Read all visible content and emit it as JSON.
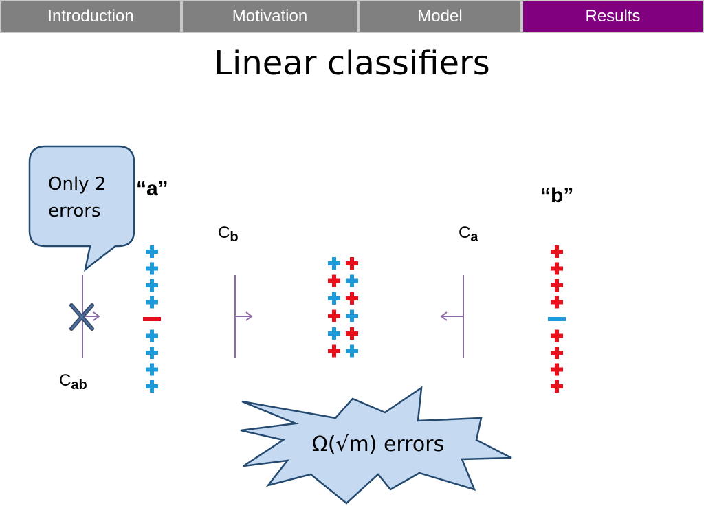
{
  "tabs": [
    {
      "label": "Introduction",
      "active": false
    },
    {
      "label": "Motivation",
      "active": false
    },
    {
      "label": "Model",
      "active": false
    },
    {
      "label": "Results",
      "active": true
    }
  ],
  "slide_title": "Linear classifiers",
  "diagram": {
    "label_a": "“a”",
    "label_b": "“b”",
    "classifiers": {
      "cab": {
        "letter": "C",
        "subscript": "ab"
      },
      "cb": {
        "letter": "C",
        "subscript": "b"
      },
      "ca": {
        "letter": "C",
        "subscript": "a"
      }
    },
    "callout_text_line1": "Only 2",
    "callout_text_line2": "errors",
    "burst_text": "Ω(√m) errors",
    "colors": {
      "blue": "#1e9ad8",
      "red": "#e8101a",
      "purple_line": "#8b6aa8",
      "callout_fill": "#c5d9f1",
      "callout_stroke": "#244a70",
      "burst_fill": "#c5d9f1",
      "burst_stroke": "#244a70"
    },
    "column_a": [
      "blue",
      "blue",
      "blue",
      "blue",
      "red-minus",
      "blue",
      "blue",
      "blue",
      "blue"
    ],
    "column_b": [
      "red",
      "red",
      "red",
      "red",
      "blue-minus",
      "red",
      "red",
      "red",
      "red"
    ],
    "middle_left": [
      "blue",
      "red",
      "blue",
      "red",
      "blue",
      "red"
    ],
    "middle_right": [
      "red",
      "blue",
      "red",
      "blue",
      "red",
      "blue"
    ]
  }
}
